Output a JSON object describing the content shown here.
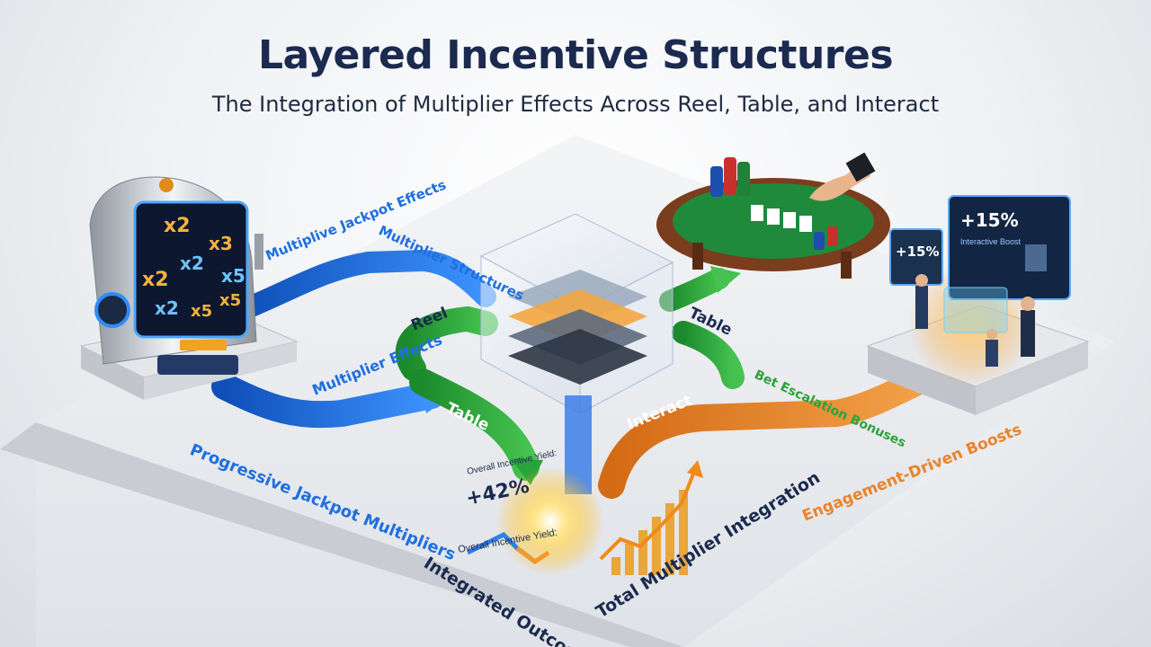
{
  "header": {
    "title": "Layered Incentive Structures",
    "subtitle": "The Integration of Multiplier Effects Across Reel, Table, and Interact"
  },
  "slot_machine": {
    "reel_symbols": [
      "x2",
      "x3",
      "x2",
      "x2",
      "x5",
      "x2",
      "x5",
      "x5"
    ]
  },
  "labels": {
    "multiplier_jackpot_effects": "Multiplive Jackpot Effects",
    "multiplier_structures": "Multiplier Structures",
    "reel": "Reel",
    "table_top": "Table",
    "multiplier_effects": "Multiplier Effects",
    "table_green": "Table",
    "progressive_jackpot_multipliers": "Progressive Jackpot Multipliers",
    "interact": "Interact",
    "bet_escalation_bonuses": "Bet Escalation Bonuses",
    "engagement_driven_boosts": "Engagement-Driven Boosts",
    "overall_yield_label": "Overall Incentive Yield:",
    "overall_yield_value": "+42%",
    "overall_incentive_yield": "Overall Incentive Yield:",
    "integrated_outcome": "Integrated Outcome",
    "total_multiplier_integration": "Total Multiplier Integration"
  },
  "interact_screen": {
    "big_value": "+15%",
    "small_value": "+15%",
    "caption": "Interactive Boost"
  },
  "colors": {
    "blue": "#1e6fe0",
    "green": "#2aa33a",
    "orange": "#e9842a",
    "navy": "#1b2a4e",
    "felt": "#1f8a3c"
  }
}
